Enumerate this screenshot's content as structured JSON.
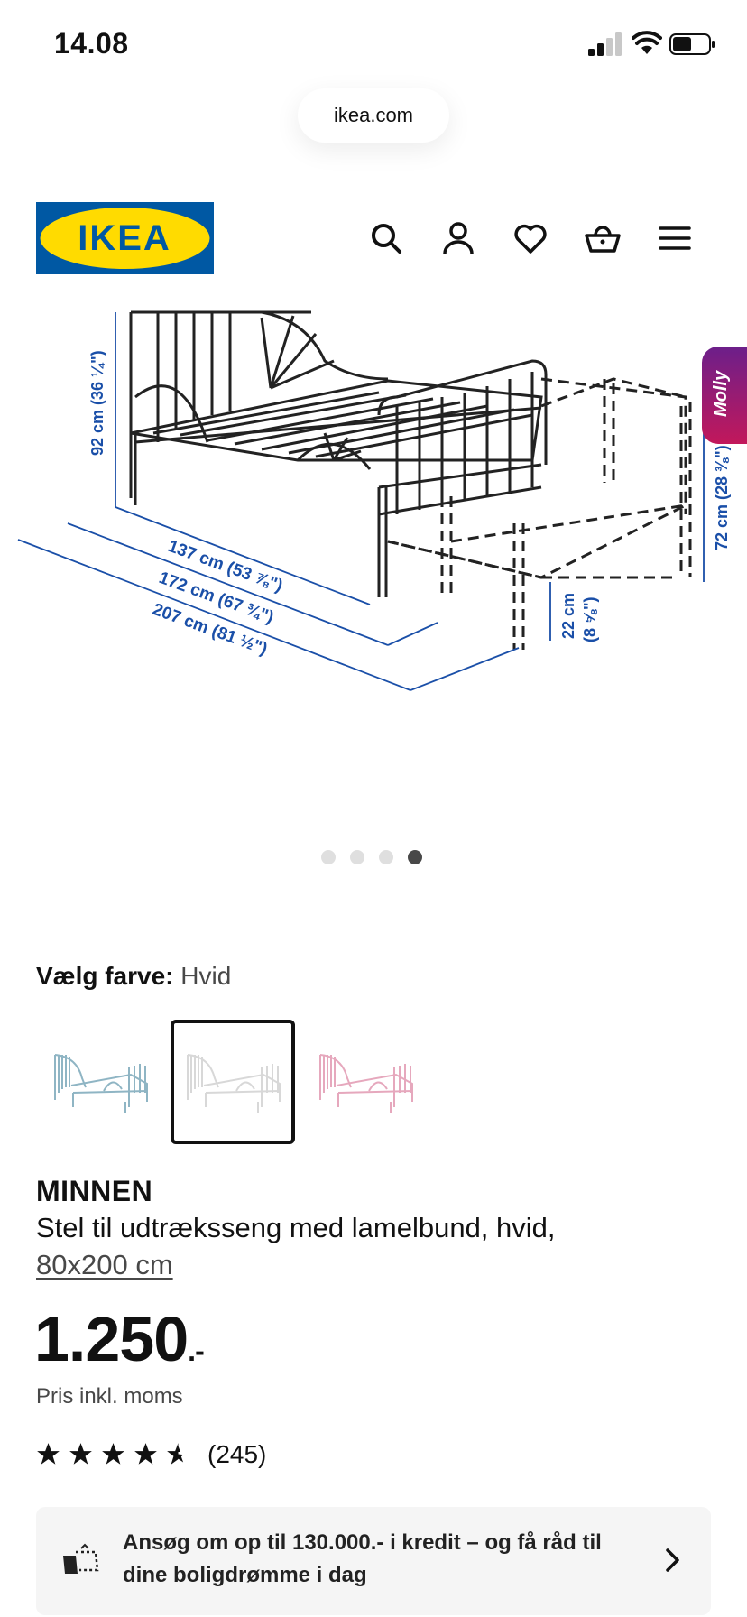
{
  "status_bar": {
    "time": "14.08"
  },
  "browser": {
    "url": "ikea.com"
  },
  "header": {
    "logo_text": "IKEA",
    "icons": [
      "search-icon",
      "user-icon",
      "heart-icon",
      "basket-icon",
      "menu-icon"
    ]
  },
  "gallery": {
    "dimensions": {
      "height_headboard": "92 cm (36 ¼\")",
      "length_1": "137 cm (53 ⅞\")",
      "length_2": "172 cm (67 ¾\")",
      "length_3": "207 cm (81 ½\")",
      "height_total": "72 cm (28 ⅜\")",
      "clearance": "22 cm",
      "clearance_in": "(8 ⅝\")"
    },
    "dot_count": 4,
    "active_dot": 4,
    "chat_label": "Molly"
  },
  "color_select": {
    "label": "Vælg farve:",
    "value": "Hvid",
    "swatches": [
      {
        "name": "blue",
        "color": "#8fb5c4",
        "selected": false
      },
      {
        "name": "white",
        "color": "#dcdcdc",
        "selected": true
      },
      {
        "name": "pink",
        "color": "#e6a8bd",
        "selected": false
      }
    ]
  },
  "product": {
    "name": "MINNEN",
    "description": "Stel til udtræksseng med lamelbund, hvid,",
    "size": "80x200 cm",
    "price": "1.250",
    "price_suffix": ".-",
    "price_note": "Pris inkl. moms",
    "rating": 4.5,
    "review_count": "(245)"
  },
  "credit_banner": {
    "text": "Ansøg om op til 130.000.- i kredit – og få råd til dine boligdrømme i dag"
  },
  "colors": {
    "ikea_blue": "#0058a3",
    "ikea_yellow": "#ffdb00",
    "dim_blue": "#1a4fa8"
  }
}
